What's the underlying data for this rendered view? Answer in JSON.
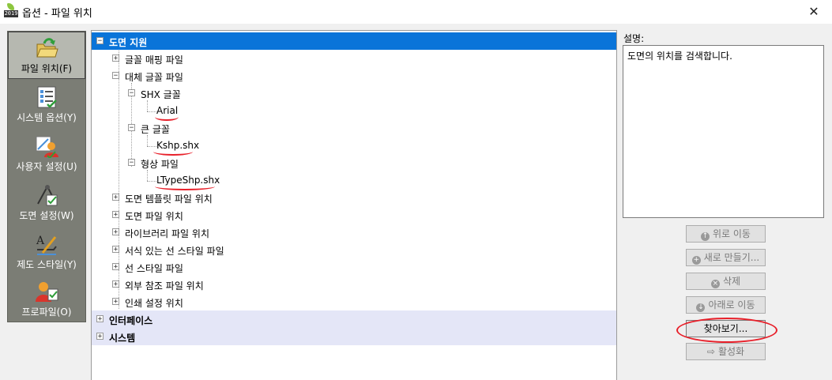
{
  "window": {
    "title": "옵션 - 파일 위치",
    "app_badge": "2019",
    "close_glyph": "✕"
  },
  "sidebar": {
    "items": [
      {
        "label": "파일 위치(F)",
        "icon": "folder-arrow-icon",
        "selected": true
      },
      {
        "label": "시스템 옵션(Y)",
        "icon": "checklist-icon",
        "selected": false
      },
      {
        "label": "사용자 설정(U)",
        "icon": "user-settings-icon",
        "selected": false
      },
      {
        "label": "도면 설정(W)",
        "icon": "drawing-settings-icon",
        "selected": false
      },
      {
        "label": "제도 스타일(Y)",
        "icon": "drafting-style-icon",
        "selected": false
      },
      {
        "label": "프로파일(O)",
        "icon": "profile-icon",
        "selected": false
      }
    ]
  },
  "tree": {
    "root": {
      "label": "도면 지원",
      "expanded": true
    },
    "children": {
      "font_mapping": "글꼴 매핑 파일",
      "alt_font": "대체 글꼴 파일",
      "shx_font": "SHX 글꼴",
      "shx_value": "Arial",
      "big_font": "큰 글꼴",
      "big_value": "Kshp.shx",
      "shape_file": "형상 파일",
      "shape_value": "LTypeShp.shx",
      "template_loc": "도면 템플릿 파일 위치",
      "drawing_loc": "도면 파일 위치",
      "library_loc": "라이브러리 파일 위치",
      "linestyle_fmt": "서식 있는 선 스타일 파일",
      "linestyle": "선 스타일 파일",
      "xref_loc": "외부 참조 파일 위치",
      "print_loc": "인쇄 설정 위치"
    },
    "interface": "인터페이스",
    "system": "시스템",
    "expand_glyph": "+",
    "collapse_glyph": "−"
  },
  "description": {
    "label": "설명:",
    "text": "도면의 위치를 검색합니다."
  },
  "buttons": {
    "move_up": "위로 이동",
    "new": "새로 만들기...",
    "delete": "삭제",
    "move_down": "아래로 이동",
    "browse": "찾아보기...",
    "activate": "활성화"
  },
  "colors": {
    "selection": "#0a74d9",
    "annotation": "#e8202a",
    "sidebar_bg": "#7b7d75"
  }
}
